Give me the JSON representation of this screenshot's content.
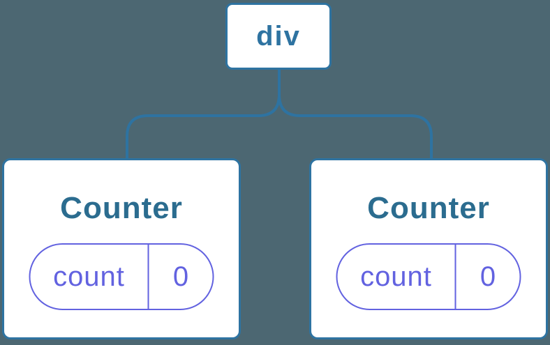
{
  "colors": {
    "background": "#4C6772",
    "blue": "#2E73A1",
    "title": "#2B6C8F",
    "purple": "#6262E0",
    "card_bg": "#FFFFFF"
  },
  "tree": {
    "root": {
      "label": "div"
    },
    "children": [
      {
        "title": "Counter",
        "state": {
          "key": "count",
          "value": "0"
        }
      },
      {
        "title": "Counter",
        "state": {
          "key": "count",
          "value": "0"
        }
      }
    ]
  }
}
